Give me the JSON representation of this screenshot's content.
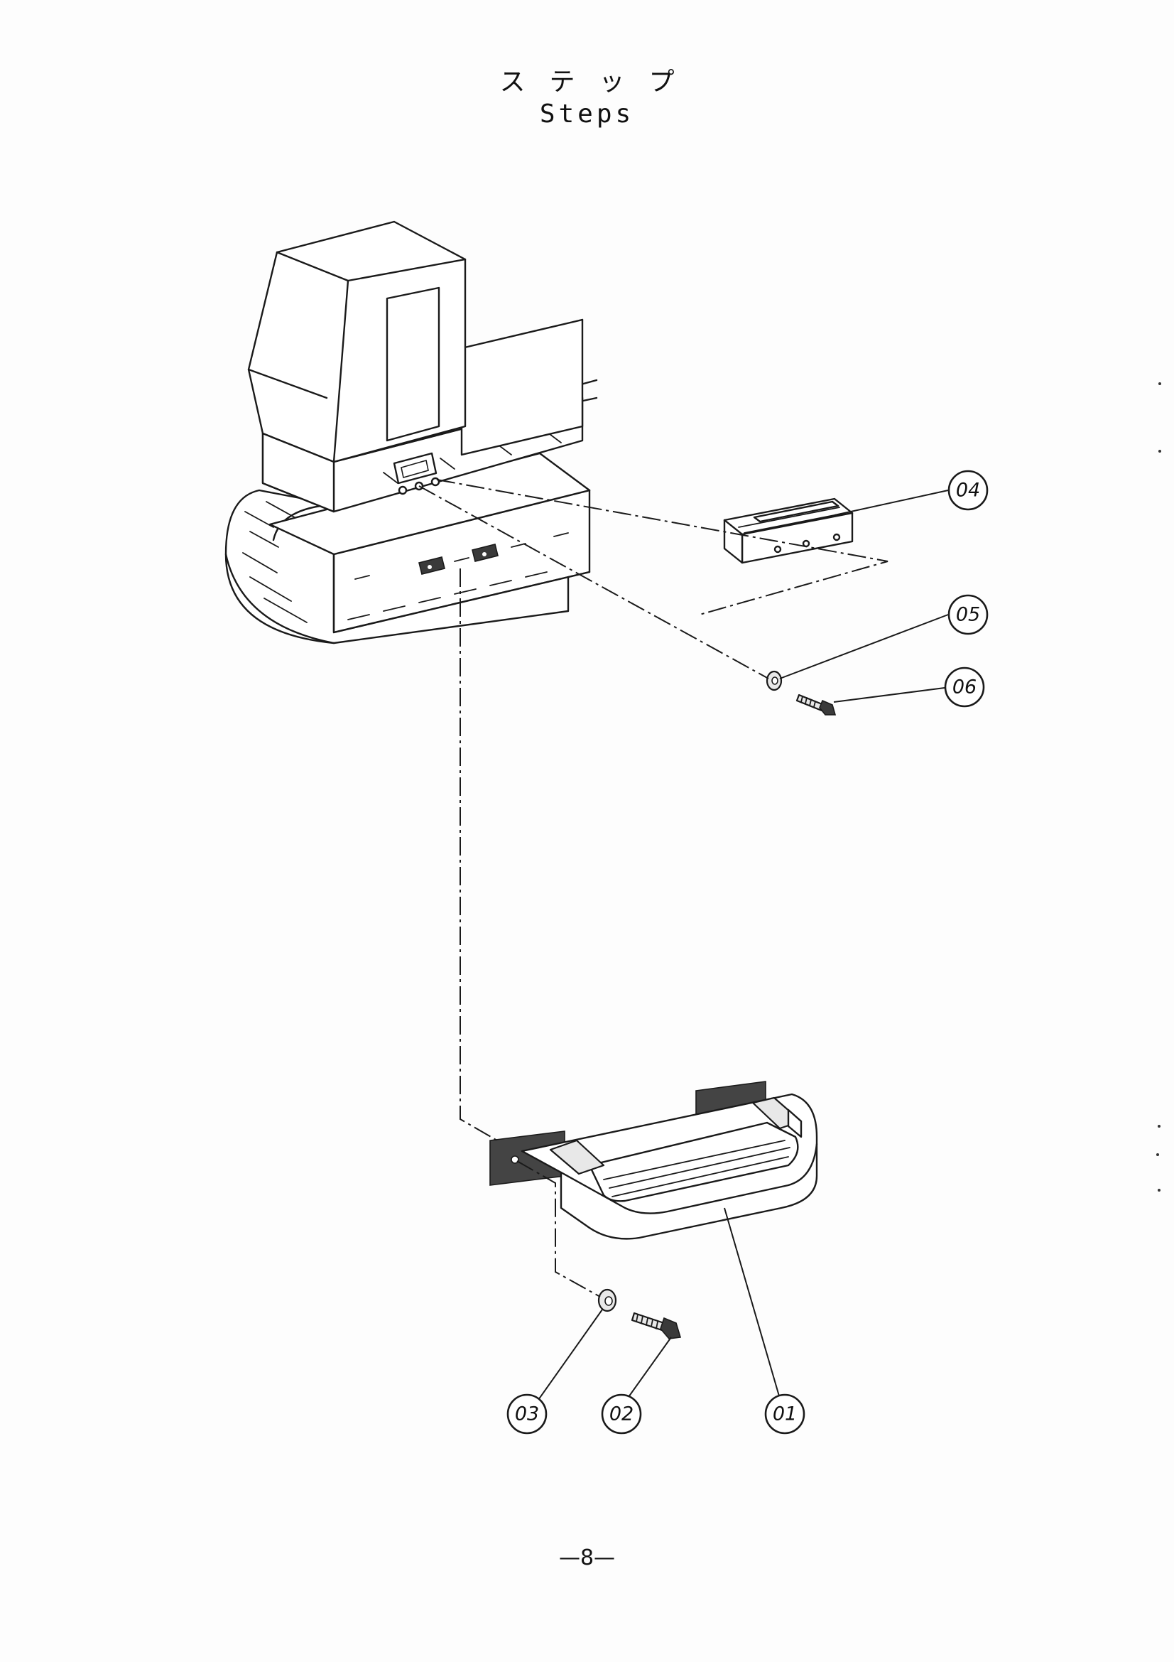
{
  "title": {
    "japanese": "ステップ",
    "english": "Steps"
  },
  "page_number": "—8—",
  "callouts": [
    {
      "id": "01",
      "label": "01"
    },
    {
      "id": "02",
      "label": "02"
    },
    {
      "id": "03",
      "label": "03"
    },
    {
      "id": "04",
      "label": "04"
    },
    {
      "id": "05",
      "label": "05"
    },
    {
      "id": "06",
      "label": "06"
    }
  ]
}
